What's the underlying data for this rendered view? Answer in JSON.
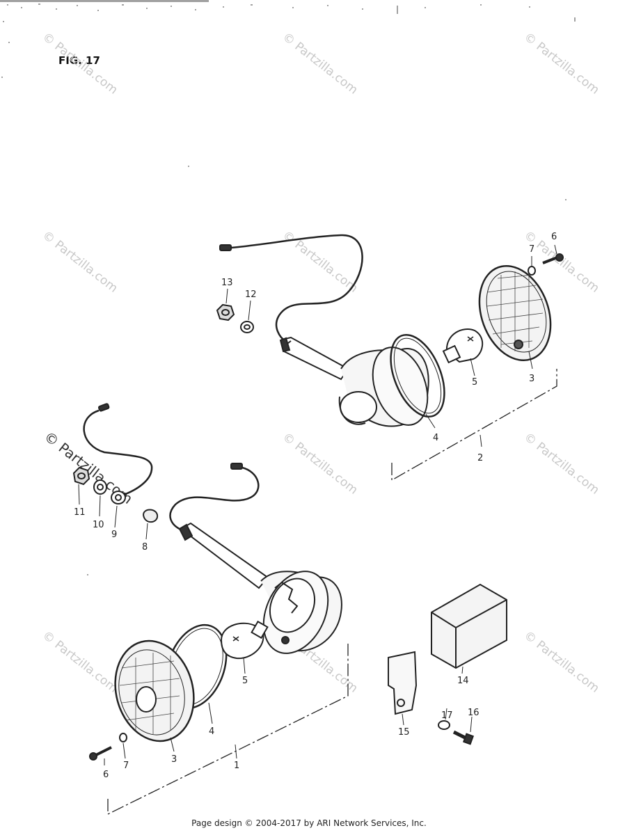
{
  "figure": {
    "title": "FIG. 17"
  },
  "watermark": {
    "text": "© Partzilla.com"
  },
  "callouts": {
    "c1": "1",
    "c2": "2",
    "c3a": "3",
    "c3b": "3",
    "c4a": "4",
    "c4b": "4",
    "c5a": "5",
    "c5b": "5",
    "c6a": "6",
    "c6b": "6",
    "c7a": "7",
    "c7b": "7",
    "c8": "8",
    "c9": "9",
    "c10": "10",
    "c11": "11",
    "c12": "12",
    "c13": "13",
    "c14": "14",
    "c15": "15",
    "c16": "16",
    "c17": "17"
  },
  "footer": {
    "text": "Page design © 2004-2017 by ARI Network Services, Inc."
  }
}
